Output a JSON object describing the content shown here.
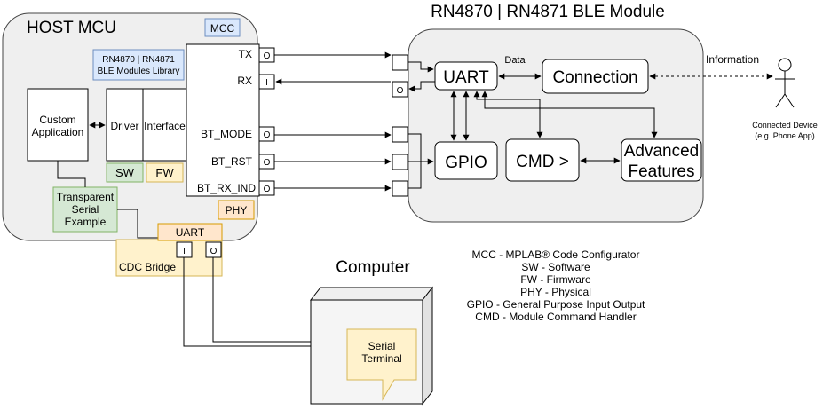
{
  "host": {
    "title": "HOST MCU",
    "mcc": "MCC",
    "library_line1": "RN4870 | RN4871",
    "library_line2": "BLE Modules Library",
    "custom_app_line1": "Custom",
    "custom_app_line2": "Application",
    "driver": "Driver",
    "interface": "Interface",
    "sw": "SW",
    "fw": "FW",
    "phy": "PHY",
    "example_line1": "Transparent",
    "example_line2": "Serial",
    "example_line3": "Example",
    "pins": {
      "tx": "TX",
      "rx": "RX",
      "bt_mode": "BT_MODE",
      "bt_rst": "BT_RST",
      "bt_rx_ind": "BT_RX_IND"
    }
  },
  "port": {
    "out": "O",
    "in": "I"
  },
  "module": {
    "title": "RN4870 | RN4871 BLE Module",
    "uart": "UART",
    "connection": "Connection",
    "gpio": "GPIO",
    "cmd": "CMD >",
    "advanced_line1": "Advanced",
    "advanced_line2": "Features",
    "data_label": "Data"
  },
  "information_label": "Information",
  "device_line1": "Connected Device",
  "device_line2": "(e.g. Phone App)",
  "bridge": {
    "uart": "UART",
    "label": "CDC Bridge"
  },
  "computer": {
    "title": "Computer",
    "terminal_line1": "Serial",
    "terminal_line2": "Terminal"
  },
  "legend": [
    "MCC - MPLAB® Code Configurator",
    "SW - Software",
    "FW - Firmware",
    "PHY - Physical",
    "GPIO - General Purpose Input Output",
    "CMD - Module Command Handler"
  ],
  "colors": {
    "panel_bg": "#efefef",
    "blue_bg": "#dae8fc",
    "blue_border": "#6c8ebf",
    "green_bg": "#d5e8d4",
    "green_border": "#82b366",
    "yellow_bg": "#fff2cc",
    "yellow_border": "#d6b656",
    "orange_bg": "#ffe6cc",
    "orange_border": "#d79b00"
  }
}
